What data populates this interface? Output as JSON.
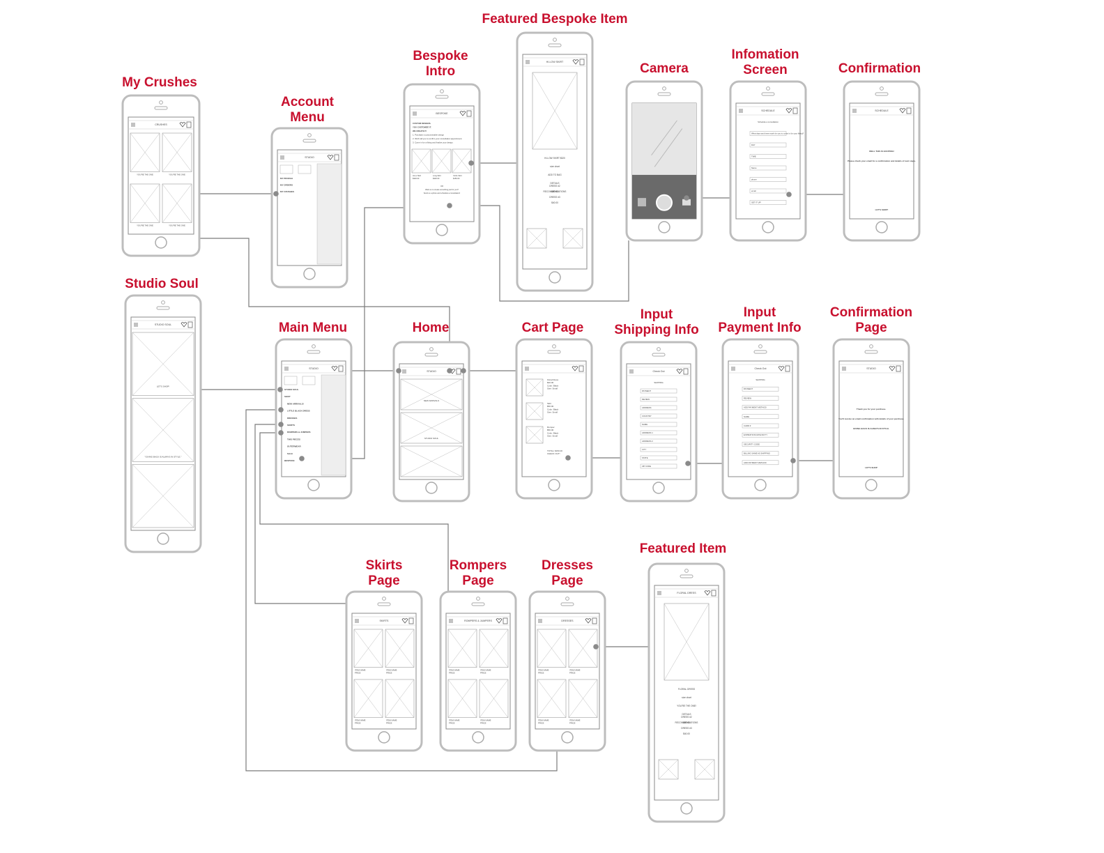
{
  "diagram": {
    "title_color": "#c8102e",
    "line_color": "#7a7a7a",
    "screens": [
      {
        "id": "my-crushes",
        "title": [
          "My Crushes"
        ],
        "header": "CRUSHES",
        "items": [
          "YOU'RE THE ONE",
          "YOU'RE THE ONE",
          "YOU'RE THE ONE",
          "YOU'RE THE ONE"
        ]
      },
      {
        "id": "account-menu",
        "title": [
          "Account",
          "Menu"
        ],
        "header": "STUDIO",
        "items": [
          "MY PROFILE",
          "MY ORDERS",
          "MY CRUSHES"
        ]
      },
      {
        "id": "bespoke-intro",
        "title": [
          "Bespoke",
          "Intro"
        ],
        "header": "BESPOKE",
        "items": [
          "CUSTOM DESIGNS.",
          "YOU CUSTOMIZE IT.",
          "WE CREATE IT.",
          "1. Purchase a customizeable design",
          "2. We'll call you to confirm your consultation appointment.",
          "3. Come in for a fitting and finalize your design.",
          "Hi-Lo Skirt",
          "$320.00",
          "Long Skirt",
          "$320.00",
          "Circle Skirt",
          "$150.00",
          "OR",
          "Want us to create something just for you?",
          "Send us a photo and schedule a consultation!"
        ]
      },
      {
        "id": "featured-bespoke-item",
        "title": [
          "Featured Bespoke Item"
        ],
        "header": "HI-LOW SKIRT",
        "items": [
          "HI-LOW SKIRT $320",
          "size chart",
          "ADD TO BAG",
          "DETAILS",
          "RECOMMENDATIONS",
          "DRESS #2",
          "$50.00",
          "DRESS #3",
          "$40.00"
        ]
      },
      {
        "id": "camera",
        "title": [
          "Camera"
        ],
        "header": "",
        "items": []
      },
      {
        "id": "information-screen",
        "title": [
          "Infomation",
          "Screen"
        ],
        "header": "SCHEDULE",
        "items": [
          "Schedule a consultation",
          "What days and times work for you to come in for your fitting?",
          "DAY",
          "TIME",
          "Name",
          "phone",
          "email",
          "SET IT UP!"
        ]
      },
      {
        "id": "confirmation",
        "title": [
          "Confirmation"
        ],
        "header": "SCHEDULE",
        "items": [
          "WELL THIS IS EXCITING!",
          "Please check your email for a confirmation and details of next steps.",
          "LET'S SHOP!"
        ]
      },
      {
        "id": "studio-soul",
        "title": [
          "Studio Soul"
        ],
        "header": "STUDIO SOUL",
        "items": [
          "LET'S SHOP!",
          "\"GIVING BACK IS ALWAYS IN STYLE.\""
        ]
      },
      {
        "id": "main-menu",
        "title": [
          "Main Menu"
        ],
        "header": "STUDIO",
        "items": [
          "STUDIO SOUL",
          "SHOP",
          "NEW ARRIVALS!",
          "LITTLE BLACK DRESS",
          "DRESSES",
          "SKIRTS",
          "ROMPERS & JUMPERS",
          "TWO PIECES",
          "OUTERWEAR",
          "SALE",
          "BESPOKE"
        ]
      },
      {
        "id": "home",
        "title": [
          "Home"
        ],
        "header": "STUDIO",
        "items": [
          "NEW ARRIVALS",
          "STUDIO SOUL"
        ]
      },
      {
        "id": "cart-page",
        "title": [
          "Cart Page"
        ],
        "header": "",
        "items": [
          "Floral Dress",
          "$40.00",
          "Color: Black",
          "Size: Small",
          "Skirt",
          "$50.00",
          "Color: Black",
          "Size: Small",
          "Romper",
          "$50.00",
          "Color: Black",
          "Size: Small",
          "TOTAL: $150.00",
          "CHECK OUT!"
        ]
      },
      {
        "id": "input-shipping-info",
        "title": [
          "Input",
          "Shipping Info"
        ],
        "header": "Check Out",
        "items": [
          "SHIPPING",
          "PAYMENT",
          "REVIEW",
          "ADDRESS",
          "COUNTRY",
          "NAME",
          "ADDRESS 1",
          "ADDRESS 2",
          "CITY",
          "STATE",
          "ZIP CODE"
        ]
      },
      {
        "id": "input-payment-info",
        "title": [
          "Input",
          "Payment Info"
        ],
        "header": "Check Out",
        "items": [
          "SHIPPING",
          "PAYMENT",
          "REVIEW",
          "ADD PAYMENT METHOD",
          "NAME",
          "CARD #",
          "EXPIRATION DATE DD/YY",
          "SECURITY CODE",
          "BILLING SAME AS SHIPPING",
          "ADD PAYMENT METHOD"
        ]
      },
      {
        "id": "confirmation-page",
        "title": [
          "Confirmation",
          "Page"
        ],
        "header": "STUDIO",
        "items": [
          "Thank you for your purchase.",
          "You'll receive an email confirmation with details of your purchase.",
          "GIVING BACK IS ALWAYS IN STYLE.",
          "LET'S SHOP"
        ]
      },
      {
        "id": "skirts-page",
        "title": [
          "Skirts",
          "Page"
        ],
        "header": "SKIRTS",
        "items": [
          "ITEM NAME",
          "PRICE"
        ]
      },
      {
        "id": "rompers-page",
        "title": [
          "Rompers",
          "Page"
        ],
        "header": "ROMPERS & JUMPERS",
        "items": [
          "ITEM NAME",
          "PRICE"
        ]
      },
      {
        "id": "dresses-page",
        "title": [
          "Dresses",
          "Page"
        ],
        "header": "DRESSES",
        "items": [
          "ITEM NAME",
          "PRICE"
        ]
      },
      {
        "id": "featured-item",
        "title": [
          "Featured Item"
        ],
        "header": "FLORAL DRESS",
        "items": [
          "FLORAL DRESS",
          "size chart",
          "YOU'RE THE ONE!",
          "DETAILS",
          "RECOMMENDATIONS",
          "DRESS #2",
          "$50.00",
          "DRESS #3",
          "$40.00"
        ]
      }
    ]
  }
}
